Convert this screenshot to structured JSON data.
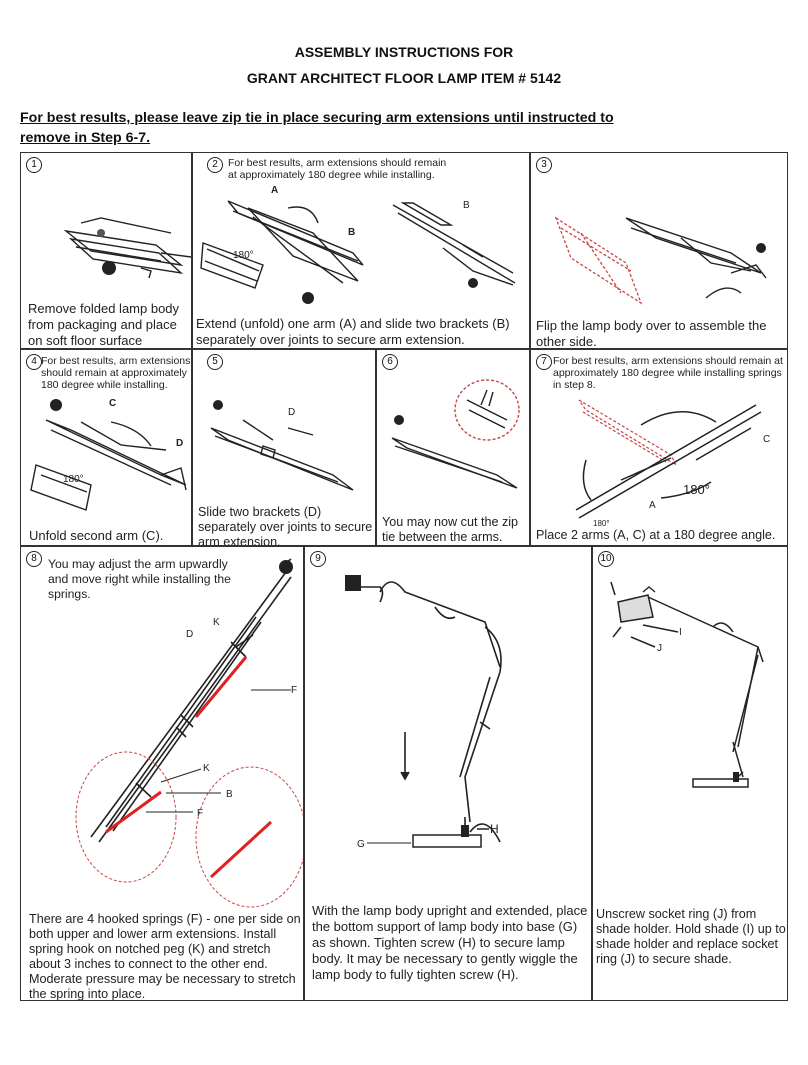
{
  "header": {
    "title_line1": "ASSEMBLY INSTRUCTIONS FOR",
    "title_line2": "GRANT ARCHITECT FLOOR LAMP ITEM # 5142",
    "note": "For best results, please leave zip tie in place securing arm extensions until instructed to remove in Step 6-7."
  },
  "steps": [
    {
      "num": "1",
      "caption": "Remove folded lamp body from packaging and place on soft floor surface"
    },
    {
      "num": "2",
      "hint": "For best results, arm extensions should remain at approximately 180 degree while installing.",
      "caption": "Extend (unfold) one arm (A) and slide two brackets (B) separately over joints to secure arm extension.",
      "labels": {
        "a": "A",
        "b1": "B",
        "b2": "B",
        "angle": "180°"
      }
    },
    {
      "num": "3",
      "caption": "Flip the lamp body over to assemble the other side."
    },
    {
      "num": "4",
      "hint": "For best results, arm extensions should remain at approximately 180 degree while installing.",
      "caption": "Unfold second arm (C).",
      "labels": {
        "c": "C",
        "d": "D",
        "angle": "180°"
      }
    },
    {
      "num": "5",
      "caption": "Slide two brackets (D) separately over joints to secure arm extension.",
      "labels": {
        "d": "D"
      }
    },
    {
      "num": "6",
      "caption": "You may now cut the zip tie between the arms."
    },
    {
      "num": "7",
      "hint": "For best results, arm extensions should remain at approximately 180 degree while installing springs in step 8.",
      "caption": "Place 2 arms (A, C) at a 180 degree angle.",
      "labels": {
        "c": "C",
        "a": "A",
        "angle_big": "180°",
        "angle_small": "180°"
      }
    },
    {
      "num": "8",
      "hint": "You may adjust the arm upwardly and move right while installing the springs.",
      "caption": "There are 4 hooked springs (F) - one per side on both upper and lower arm extensions. Install spring hook on notched peg (K) and stretch about 3 inches to connect to the other end.  Moderate pressure may be necessary to stretch the spring into place.",
      "labels": {
        "d": "D",
        "k1": "K",
        "f1": "F",
        "k2": "K",
        "b": "B",
        "f2": "F"
      }
    },
    {
      "num": "9",
      "caption": "With the lamp body upright and extended, place the bottom support of lamp body into base (G) as shown. Tighten screw (H) to secure lamp body.  It may be necessary to gently wiggle the lamp body to fully tighten screw (H).",
      "labels": {
        "g": "G",
        "h": "H"
      }
    },
    {
      "num": "10",
      "caption": "Unscrew socket ring (J) from shade holder.  Hold shade (I) up to shade holder and replace socket ring (J) to secure shade.",
      "labels": {
        "i": "I",
        "j": "J"
      }
    }
  ]
}
